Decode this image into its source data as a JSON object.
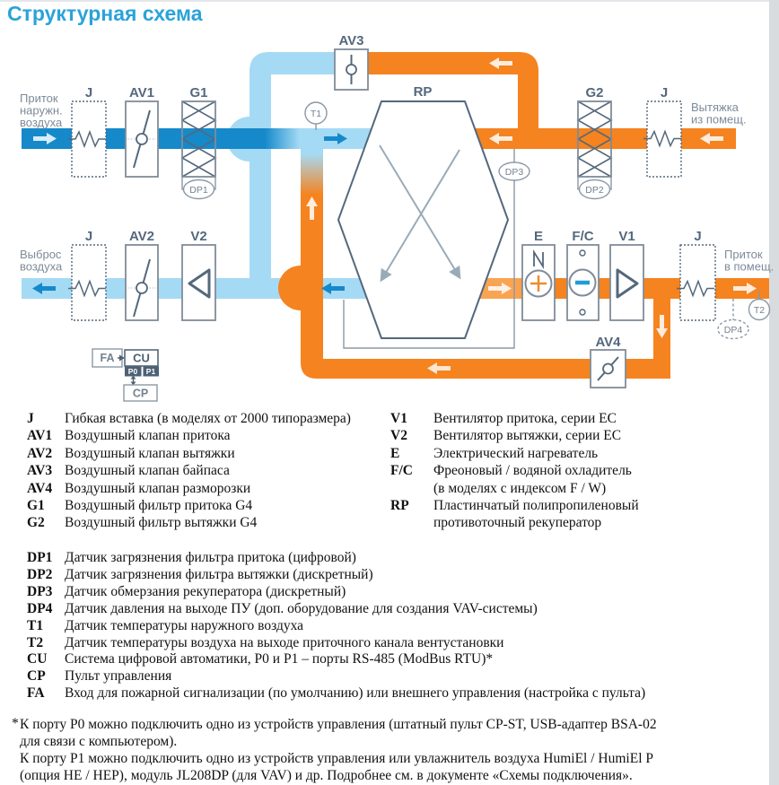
{
  "title": "Структурная схема",
  "colors": {
    "title_blue": "#2aa3d9",
    "duct_dark_blue": "#1589ca",
    "duct_light_blue": "#a5daf5",
    "duct_orange": "#f5831f",
    "duct_light_orange": "#f9a452",
    "outline": "#54687c",
    "cooler_minus_blue": "#1e9cd8",
    "heater_plus_orange": "#ef8b2d"
  },
  "diagram": {
    "duct_labels": {
      "intake": [
        "Приток",
        "наружн.",
        "воздуха"
      ],
      "discharge": [
        "Выброс",
        "воздуха"
      ],
      "extract": [
        "Вытяжка",
        "из помещ."
      ],
      "supply": [
        "Приток",
        "в помещ."
      ]
    },
    "components": {
      "j_intake": "J",
      "av1": "AV1",
      "g1": "G1",
      "av3": "AV3",
      "rp": "RP",
      "g2": "G2",
      "j_extract": "J",
      "j_discharge": "J",
      "av2": "AV2",
      "v2": "V2",
      "e": "E",
      "fc": "F/C",
      "v1": "V1",
      "j_supply": "J",
      "av4": "AV4"
    },
    "sensors": {
      "t1": "T1",
      "t2": "T2",
      "dp1": "DP1",
      "dp2": "DP2",
      "dp3": "DP3",
      "dp4": "DP4"
    },
    "control": {
      "fa": "FA",
      "cu": "CU",
      "p0": "P0",
      "p1": "P1",
      "cp": "CP"
    }
  },
  "legend_top_left": [
    {
      "k": "J",
      "t": "Гибкая вставка (в моделях от 2000 типоразмера)"
    },
    {
      "k": "AV1",
      "t": "Воздушный клапан притока"
    },
    {
      "k": "AV2",
      "t": "Воздушный клапан вытяжки"
    },
    {
      "k": "AV3",
      "t": "Воздушный клапан байпаса"
    },
    {
      "k": "AV4",
      "t": "Воздушный клапан разморозки"
    },
    {
      "k": "G1",
      "t": "Воздушный фильтр притока G4"
    },
    {
      "k": "G2",
      "t": "Воздушный фильтр вытяжки G4"
    }
  ],
  "legend_top_right": [
    {
      "k": "V1",
      "t": "Вентилятор притока, серии ЕС"
    },
    {
      "k": "V2",
      "t": "Вентилятор вытяжки, серии ЕС"
    },
    {
      "k": "E",
      "t": "Электрический нагреватель"
    },
    {
      "k": "F/C",
      "t": "Фреоновый / водяной охладитель"
    },
    {
      "k": "",
      "t": "(в моделях с индексом F / W)"
    },
    {
      "k": "RP",
      "t": "Пластинчатый полипропиленовый"
    },
    {
      "k": "",
      "t": "противоточный рекуператор"
    }
  ],
  "legend_bottom": [
    {
      "k": "DP1",
      "t": "Датчик загрязнения фильтра притока (цифровой)"
    },
    {
      "k": "DP2",
      "t": "Датчик загрязнения фильтра вытяжки (дискретный)"
    },
    {
      "k": "DP3",
      "t": "Датчик обмерзания рекуператора (дискретный)"
    },
    {
      "k": "DP4",
      "t": "Датчик давления на выходе ПУ (доп. оборудование для создания VAV-системы)"
    },
    {
      "k": "T1",
      "t": "Датчик температуры наружного воздуха"
    },
    {
      "k": "T2",
      "t": "Датчик температуры воздуха на выходе приточного канала вентустановки"
    },
    {
      "k": "CU",
      "t": "Система цифровой автоматики, P0 и P1 – порты RS-485 (ModBus RTU)*"
    },
    {
      "k": "CP",
      "t": "Пульт управления"
    },
    {
      "k": "FA",
      "t": "Вход для пожарной сигнализации (по умолчанию) или внешнего управления (настройка с пульта)"
    }
  ],
  "footnote": {
    "marker": "*",
    "lines": [
      "К порту P0 можно подключить одно из устройств управления (штатный пульт CP-ST, USB-адаптер BSA-02",
      "для связи с компьютером).",
      "К порту P1 можно подключить одно из устройств управления или увлажнитель воздуха HumiEl / HumiEl P",
      "(опция HE / HEP), модуль JL208DP (для VAV) и др. Подробнее см. в документе «Схемы подключения»."
    ]
  }
}
